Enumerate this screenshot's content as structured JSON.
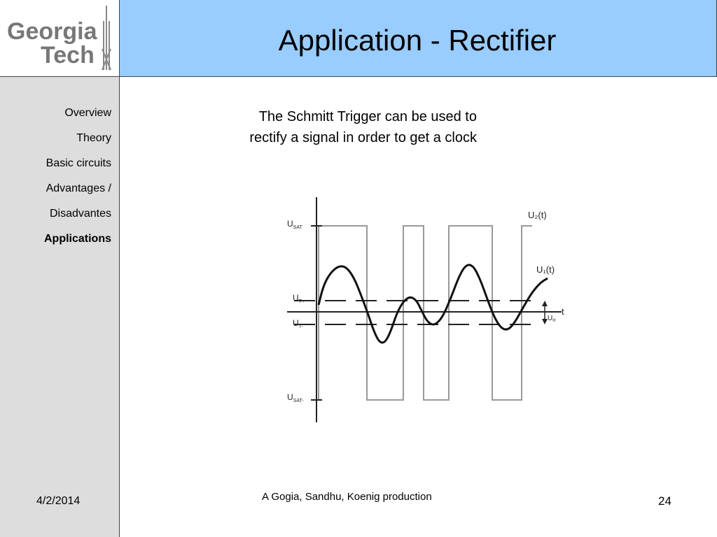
{
  "logo": {
    "line1": "Georgia",
    "line2": "Tech"
  },
  "title": "Application - Rectifier",
  "sidebar": {
    "items": [
      {
        "label": "Overview",
        "active": false
      },
      {
        "label": "Theory",
        "active": false
      },
      {
        "label": "Basic circuits",
        "active": false
      },
      {
        "label": "Advantages /",
        "active": false
      },
      {
        "label": "Disadvantes",
        "active": false
      },
      {
        "label": "Applications",
        "active": true
      }
    ],
    "date": "4/2/2014"
  },
  "intro": {
    "line1": "The Schmitt Trigger can be used to",
    "line2": "rectify a signal in order to get a clock"
  },
  "diagram": {
    "labels": {
      "usat_pos": {
        "main": "U",
        "sub": "SAT"
      },
      "ut_pos": {
        "main": "U",
        "sub": "T+"
      },
      "ut_neg": {
        "main": "U",
        "sub": "T-"
      },
      "usat_neg": {
        "main": "U",
        "sub": "SAT-"
      },
      "u2": "U₂(t)",
      "u1": "U₁(t)",
      "t": "t",
      "uh": {
        "main": "U",
        "sub": "H"
      }
    },
    "colors": {
      "square": "#999999",
      "sine": "#111111",
      "axis": "#222222"
    }
  },
  "footer": "A Gogia, Sandhu, Koenig production",
  "page_number": "24"
}
